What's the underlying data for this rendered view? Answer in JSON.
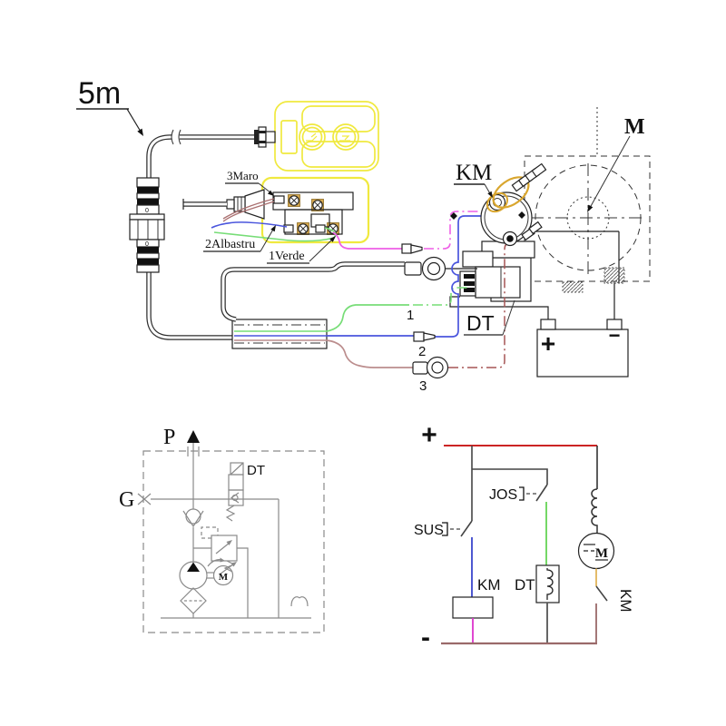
{
  "colors": {
    "yellow": "#f0e93f",
    "magenta": "#ee5fe6",
    "blue": "#4a55dd",
    "green": "#77dd77",
    "wire3_brown": "#bb8d8d",
    "dashdot_red": "#a65555",
    "twisted_brown": "#aa7070",
    "orange": "#d9a62e",
    "tan_pad": "#d8a94f",
    "red": "#cc2424",
    "elec_green": "#66d455",
    "elec_blue": "#3a46cc",
    "elec_magenta": "#dd33cc",
    "elec_orange": "#e2b45a",
    "minus_line": "#9a6a6a",
    "schematic_gray": "#8a8a8a"
  },
  "main": {
    "cable_length": "5m",
    "wire_brown": "3Maro",
    "wire_blue": "2Albastru",
    "wire_green": "1Verde",
    "km": "KM",
    "motor": "M",
    "dt": "DT",
    "t1": "1",
    "t2": "2",
    "t3": "3",
    "battery_plus": "+",
    "battery_minus": "−",
    "connector_mark": "0"
  },
  "hydraulic": {
    "p": "P",
    "g": "G",
    "dt": "DT",
    "motor": "M"
  },
  "electric": {
    "plus": "+",
    "minus": "-",
    "jos": "JOS",
    "sus": "SUS",
    "km_coil": "KM",
    "dt_coil": "DT",
    "motor": "M",
    "km_switch": "KM"
  }
}
